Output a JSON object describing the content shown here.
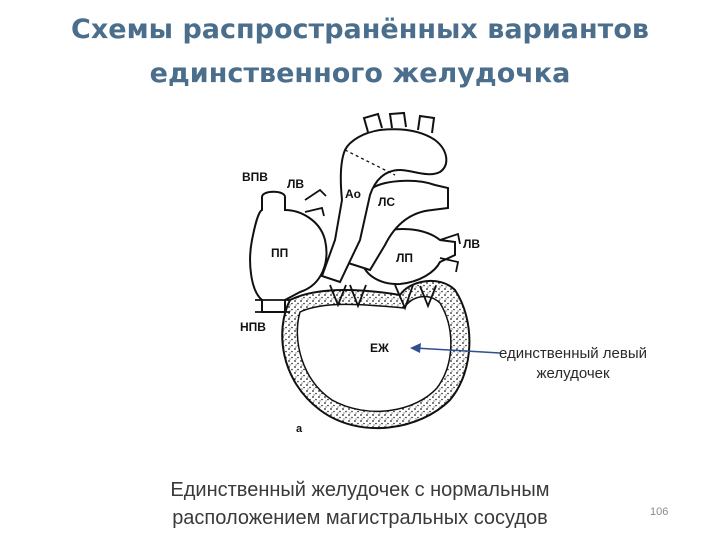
{
  "slide": {
    "title_line1": "Схемы распространённых вариантов",
    "title_line2": "единственного желудочка",
    "caption_line1": "Единственный желудочек с нормальным",
    "caption_line2": "расположением магистральных сосудов",
    "page_number": "106"
  },
  "diagram": {
    "labels": {
      "vpv": "ВПВ",
      "lv_top": "ЛВ",
      "ao": "Ао",
      "ls": "ЛС",
      "pp": "ПП",
      "lv_right": "ЛВ",
      "lp": "ЛП",
      "npv": "НПВ",
      "eh": "ЕЖ",
      "panel": "а"
    },
    "callout_line1": "единственный левый",
    "callout_line2": "желудочек"
  },
  "colors": {
    "title": "#4a6e8c",
    "line": "#111111",
    "arrow": "#2f4f8f"
  }
}
